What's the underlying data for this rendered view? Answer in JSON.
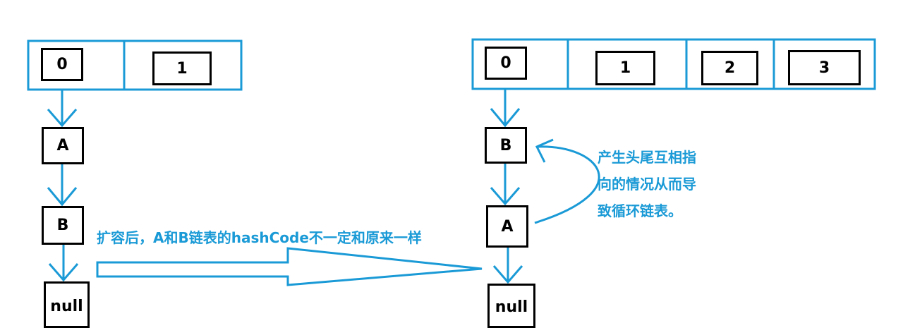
{
  "colors": {
    "accent": "#1a9ad6",
    "box_border": "#000000",
    "text": "#000000"
  },
  "left": {
    "buckets": [
      "0",
      "1"
    ],
    "chain": [
      "A",
      "B",
      "null"
    ]
  },
  "right": {
    "buckets": [
      "0",
      "1",
      "2",
      "3"
    ],
    "chain": [
      "B",
      "A",
      "null"
    ]
  },
  "annotations": {
    "resize_note": "扩容后，A和B链表的hashCode不一定和原来一样",
    "cycle_note_lines": [
      "产生头尾互相指",
      "向的情况从而导",
      "致循环链表。"
    ]
  }
}
